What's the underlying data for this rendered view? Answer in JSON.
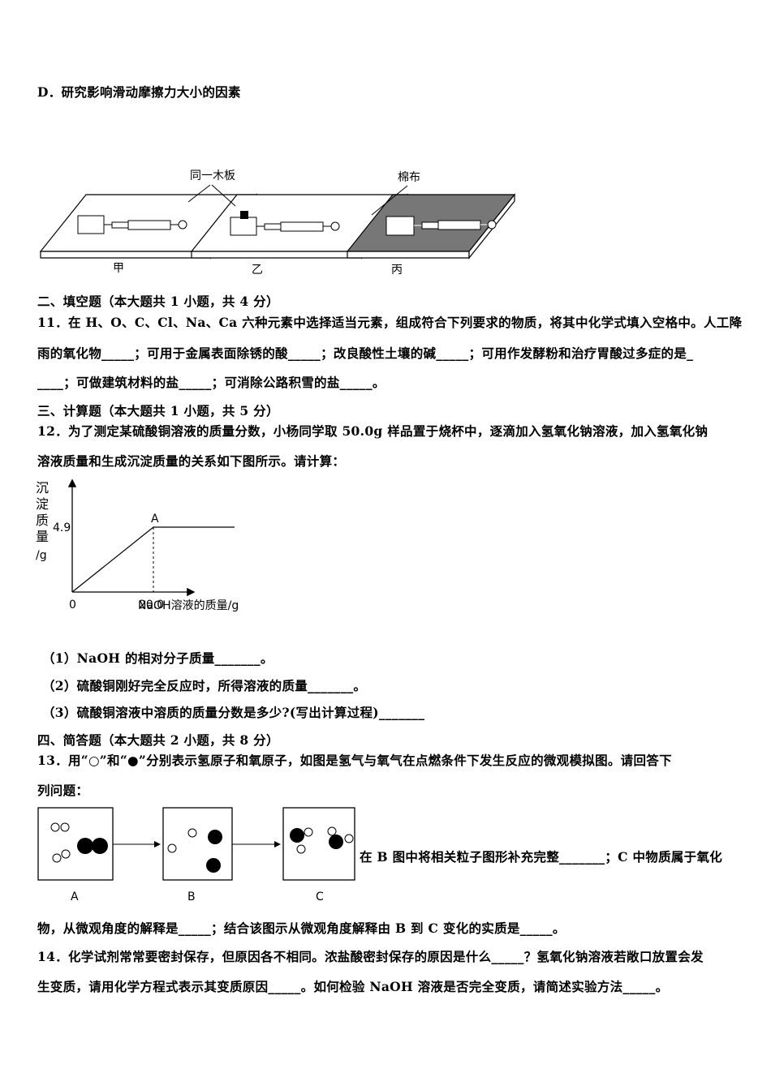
{
  "option_d": "D．研究影响滑动摩擦力大小的因素",
  "friction_fig": {
    "label_same_board": "同一木板",
    "label_cotton": "棉布",
    "labels": [
      "甲",
      "乙",
      "丙"
    ]
  },
  "section2": "二、填空题（本大题共 1 小题，共 4 分）",
  "q11": [
    "11．在 H、O、C、Cl、Na、Ca 六种元素中选择适当元素，组成符合下列要求的物质，将其中化学式填入空格中。人工降",
    "雨的氧化物_____；可用于金属表面除锈的酸_____；改良酸性土壤的碱_____；可用作发酵粉和治疗胃酸过多症的是_",
    "____；可做建筑材料的盐_____；可消除公路积雪的盐_____。"
  ],
  "section3": "三、计算题（本大题共 1 小题，共 5 分）",
  "q12": [
    "12．为了测定某硫酸铜溶液的质量分数，小杨同学取 50.0g 样品置于烧杯中，逐滴加入氢氧化钠溶液，加入氢氧化钠",
    "溶液质量和生成沉淀质量的关系如下图所示。请计算："
  ],
  "chart_data": {
    "type": "line",
    "ylabel": "沉淀质量/g",
    "xlabel": "NaOH溶液的质量/g",
    "origin_label": "0",
    "x_tick": "20.0",
    "y_tick": "4.9",
    "point_label": "A",
    "series": [
      {
        "x": [
          0,
          20.0,
          40.0
        ],
        "y": [
          0,
          4.9,
          4.9
        ]
      }
    ]
  },
  "q12_parts": [
    "（1）NaOH 的相对分子质量_______。",
    "（2）硫酸铜刚好完全反应时，所得溶液的质量_______。",
    "（3）硫酸铜溶液中溶质的质量分数是多少?(写出计算过程)_______"
  ],
  "section4": "四、简答题（本大题共 2 小题，共 8 分）",
  "q13": [
    "13．用“○”和“●”分别表示氢原子和氧原子，如图是氢气与氧气在点燃条件下发生反应的微观模拟图。请回答下",
    "列问题："
  ],
  "q13_side": "在 B 图中将相关粒子图形补充完整_______；C 中物质属于氧化",
  "box_labels": [
    "A",
    "B",
    "C"
  ],
  "q13_cont": "物，从微观角度的解释是_____；结合该图示从微观角度解释由 B 到 C 变化的实质是_____。",
  "q14": [
    "14．化学试剂常常要密封保存，但原因各不相同。浓盐酸密封保存的原因是什么_____？氢氧化钠溶液若敞口放置会发",
    "生变质，请用化学方程式表示其变质原因_____。如何检验 NaOH 溶液是否完全变质，请简述实验方法_____。"
  ]
}
